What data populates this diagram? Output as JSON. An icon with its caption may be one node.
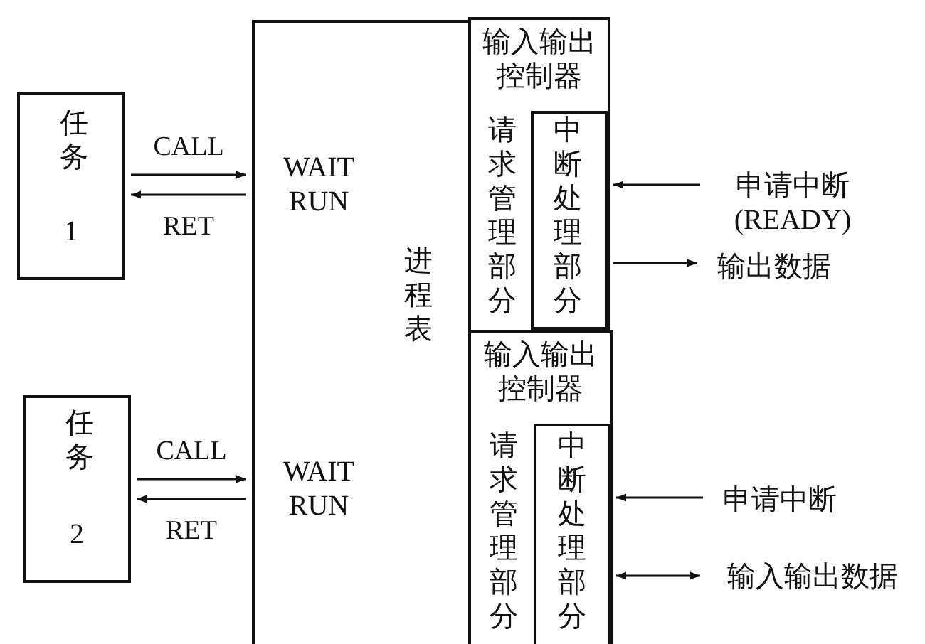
{
  "diagram": {
    "nodes": [
      {
        "text": [
          "任务",
          "1"
        ]
      },
      {
        "text": [
          "任务",
          "2"
        ]
      },
      {
        "text": [
          "WAIT RUN",
          "进程表",
          "WAIT RUN"
        ]
      },
      {
        "text": [
          "输入输出控制器"
        ]
      },
      {
        "text": [
          "请求管理部分"
        ],
        "in": 3
      },
      {
        "text": [
          "中断处理部分"
        ],
        "in": 3
      },
      {
        "text": [
          "输入输出控制器"
        ]
      },
      {
        "text": [
          "请求管理部分"
        ],
        "in": 6
      },
      {
        "text": [
          "中断处理部分"
        ],
        "in": 6
      },
      {
        "text": [
          "申请中断 (READY)"
        ]
      },
      {
        "text": [
          "输出数据"
        ]
      },
      {
        "text": [
          "申请中断"
        ]
      },
      {
        "text": [
          "输入输出数据"
        ]
      }
    ],
    "edges": [
      {
        "from": 0,
        "to": 2,
        "arrow": "to",
        "label": "CALL"
      },
      {
        "from": 2,
        "to": 0,
        "arrow": "to",
        "label": "RET"
      },
      {
        "from": 1,
        "to": 2,
        "arrow": "to",
        "label": "CALL"
      },
      {
        "from": 2,
        "to": 1,
        "arrow": "to",
        "label": "RET"
      },
      {
        "from": 9,
        "to": 5,
        "arrow": "to"
      },
      {
        "from": 5,
        "to": 10,
        "arrow": "to"
      },
      {
        "from": 11,
        "to": 8,
        "arrow": "to"
      },
      {
        "from": 8,
        "to": 12,
        "arrow": "both"
      }
    ]
  }
}
